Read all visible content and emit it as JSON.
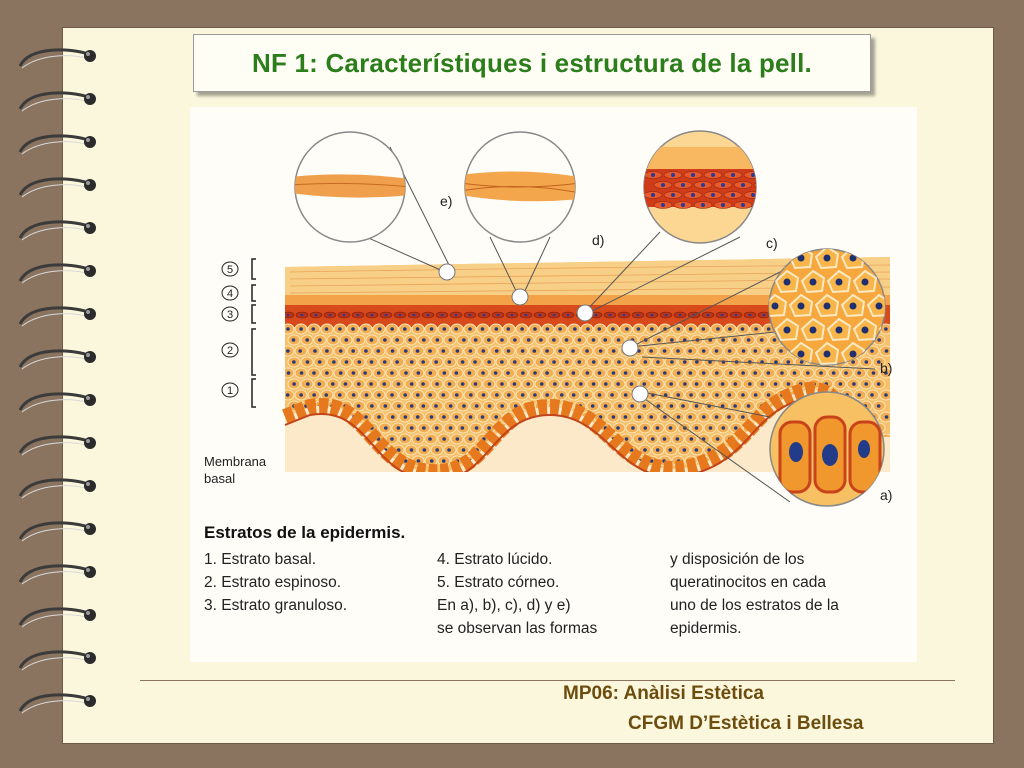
{
  "slide_title": "NF 1: Característiques i estructura de la pell.",
  "diagram": {
    "detail_labels": [
      "e)",
      "d)",
      "c)",
      "b)",
      "a)"
    ],
    "layer_numbers": [
      "5",
      "4",
      "3",
      "2",
      "1"
    ],
    "membrane_label_1": "Membrana",
    "membrane_label_2": "basal"
  },
  "caption": {
    "title": "Estratos de la epidermis.",
    "col1": [
      "1. Estrato basal.",
      "2. Estrato espinoso.",
      "3. Estrato granuloso."
    ],
    "col2": [
      "4. Estrato lúcido.",
      "5. Estrato córneo.",
      "En a), b), c), d) y e)",
      "se observan las formas"
    ],
    "col3": [
      "y disposición de los",
      "queratinocitos en cada",
      "uno de los estratos de la",
      "epidermis."
    ]
  },
  "footer": {
    "module": "MP06: Anàlisi Estètica",
    "course": "CFGM D’Estètica i Bellesa"
  },
  "colors": {
    "title_green": "#2c7d1c",
    "footer_brown": "#6d4d0e",
    "paper": "#fbf7dd",
    "frame": "#8a7460"
  }
}
